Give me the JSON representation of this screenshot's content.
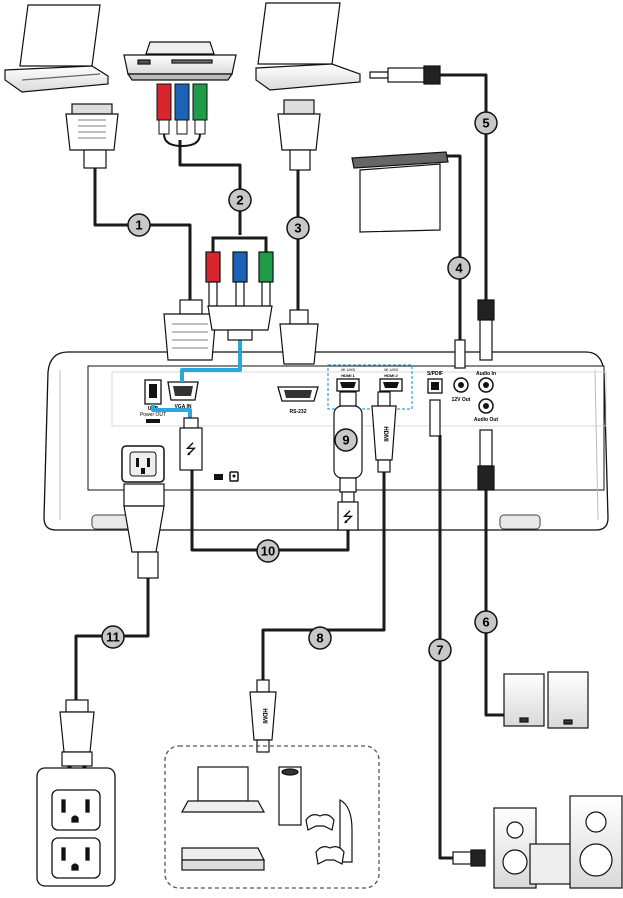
{
  "projector_panel": {
    "vga_in_label": "VGA IN",
    "usb_label_line1": "USB",
    "usb_label_line2": "Power OUT",
    "rs232_label": "RS-232",
    "hdmi1_label_line1": "4K UHD",
    "hdmi1_label_line2": "HDMI 1",
    "hdmi2_label_line1": "4K UHD",
    "hdmi2_label_line2": "HDMI 2",
    "spdif_label": "S/PDIF",
    "audio_in_label": "Audio In",
    "trigger_label": "12V Out",
    "audio_out_label": "Audio Out"
  },
  "hdmi_logo_text": "HDMI",
  "cable_numbers": [
    "1",
    "2",
    "3",
    "4",
    "5",
    "6",
    "7",
    "8",
    "9",
    "10",
    "11"
  ],
  "colors": {
    "cable": "#1a1a1a",
    "usb_link": "#2aa7df",
    "rgb_red": "#d7262d",
    "rgb_green": "#1f9a48",
    "rgb_blue": "#1c63b5",
    "badge_fill": "#c8c8c8"
  }
}
